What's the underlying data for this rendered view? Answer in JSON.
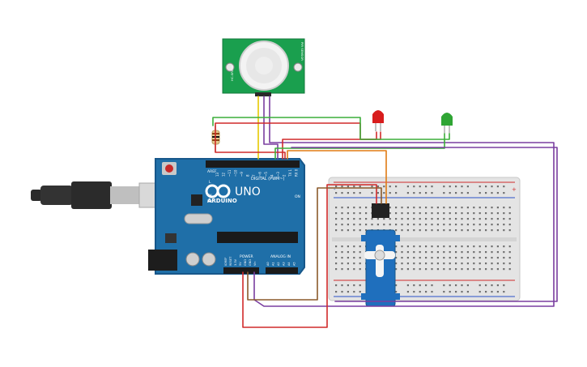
{
  "colors": {
    "board": "#1f6fa8",
    "board_dark": "#17578a",
    "pir": "#1a9f4e",
    "breadboard": "#e4e4e4",
    "servo": "#1f6fbd",
    "wire_red": "#d12a2a",
    "wire_green": "#3cae3a",
    "wire_yellow": "#e6c900",
    "wire_purple": "#7a3ea0",
    "wire_orange": "#e07b14",
    "wire_brown": "#8b5a2b",
    "wire_grey": "#9a9a9a",
    "led_red": "#d81d1d",
    "led_green": "#2fa534"
  },
  "arduino": {
    "brand": "ARDUINO",
    "model": "UNO",
    "digital_label": "DIGITAL (PWM~)",
    "power_label": "POWER",
    "analog_label": "ANALOG IN",
    "aref": "AREF",
    "gnd": "GND",
    "on_label": "ON",
    "l_label": "L",
    "tx_label": "TX",
    "rx_label": "RX",
    "digital_pins": [
      "13",
      "12",
      "~11",
      "~10",
      "~9",
      "8",
      "7",
      "~6",
      "~5",
      "4",
      "~3",
      "2",
      "TX 1",
      "RX 0"
    ],
    "power_pins": [
      "IOREF",
      "RESET",
      "3.3V",
      "5V",
      "GND",
      "GND",
      "Vin"
    ],
    "analog_pins": [
      "A0",
      "A1",
      "A2",
      "A3",
      "A4",
      "A5"
    ]
  },
  "pir": {
    "left_text": "HC-SR501",
    "right_text": "PIR SENSOR"
  },
  "breadboard": {
    "rail_plus": "+",
    "rail_minus": "-"
  }
}
